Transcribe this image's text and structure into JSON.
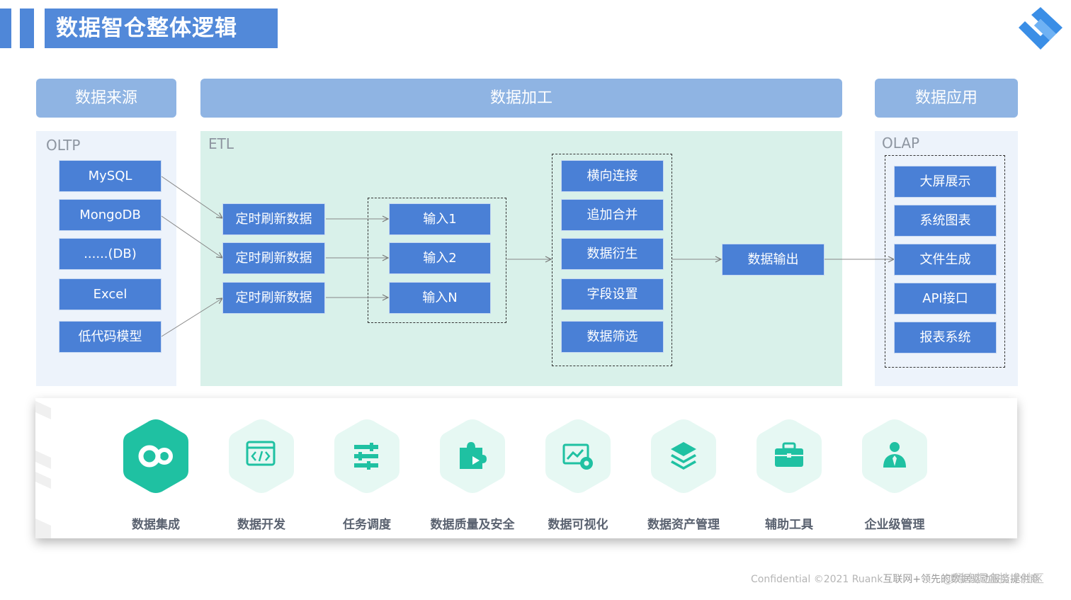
{
  "page_title": "数据智仓整体逻辑",
  "sections": {
    "source": "数据来源",
    "process": "数据加工",
    "application": "数据应用"
  },
  "panels": {
    "oltp": "OLTP",
    "etl": "ETL",
    "olap": "OLAP"
  },
  "sources": [
    "MySQL",
    "MongoDB",
    "......(DB)",
    "Excel",
    "低代码模型"
  ],
  "refresh": [
    "定时刷新数据",
    "定时刷新数据",
    "定时刷新数据"
  ],
  "inputs": [
    "输入1",
    "输入2",
    "输入N"
  ],
  "operations": [
    "横向连接",
    "追加合并",
    "数据衍生",
    "字段设置",
    "数据筛选"
  ],
  "output": "数据输出",
  "applications": [
    "大屏展示",
    "系统图表",
    "文件生成",
    "API接口",
    "报表系统"
  ],
  "features": [
    {
      "label": "数据集成",
      "icon": "link-icon"
    },
    {
      "label": "数据开发",
      "icon": "code-window-icon"
    },
    {
      "label": "任务调度",
      "icon": "sliders-icon"
    },
    {
      "label": "数据质量及安全",
      "icon": "puzzle-icon"
    },
    {
      "label": "数据可视化",
      "icon": "chart-settings-icon"
    },
    {
      "label": "数据资产管理",
      "icon": "layers-icon"
    },
    {
      "label": "辅助工具",
      "icon": "briefcase-icon"
    },
    {
      "label": "企业级管理",
      "icon": "user-icon"
    }
  ],
  "footer": {
    "confidential": "Confidential ©2021 Ruank",
    "watermark": "互联网+领先的数据驱动服务提供商",
    "community": "@稀土掘金技术社区"
  },
  "colors": {
    "brand_blue": "#4a80d6",
    "header_blue": "#8fb4e3",
    "etl_green": "#d9f1ea",
    "teal": "#1fc1a2",
    "teal_light": "#e6f8f3"
  }
}
